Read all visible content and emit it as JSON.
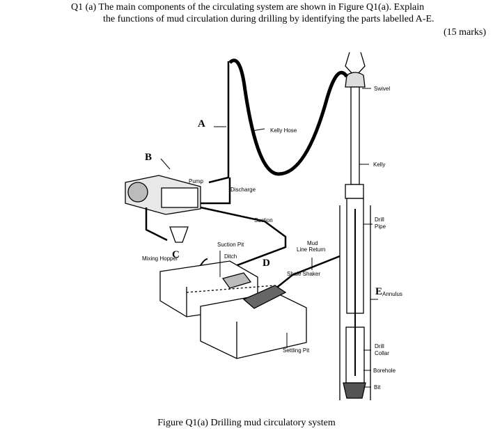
{
  "question": {
    "line1": "Q1 (a) The main components of the circulating system are shown in Figure Q1(a). Explain",
    "line2": "the functions of mud circulation during drilling by identifying the parts labelled A-E.",
    "marks": "(15 marks)"
  },
  "diagram": {
    "part_labels": [
      "A",
      "B",
      "C",
      "D",
      "E"
    ],
    "labels": {
      "swivel": "Swivel",
      "kelly_hose": "Kelly Hose",
      "kelly": "Kelly",
      "pump": "Pump",
      "discharge": "Discharge",
      "suction": "Suction",
      "drill_pipe": [
        "Drill",
        "Pipe"
      ],
      "suction_pit": "Suction Pit",
      "ditch": "Ditch",
      "mud_line_return": [
        "Mud",
        "Line Return"
      ],
      "mixing_hopper": "Mixing Hopper",
      "shale_shaker": "Shale Shaker",
      "annulus": "Annulus",
      "drill_collar": [
        "Drill",
        "Collar"
      ],
      "borehole": "Borehole",
      "settling_pit": "Settling Pit",
      "bit": "Bit"
    }
  },
  "caption": "Figure Q1(a) Drilling mud circulatory system"
}
